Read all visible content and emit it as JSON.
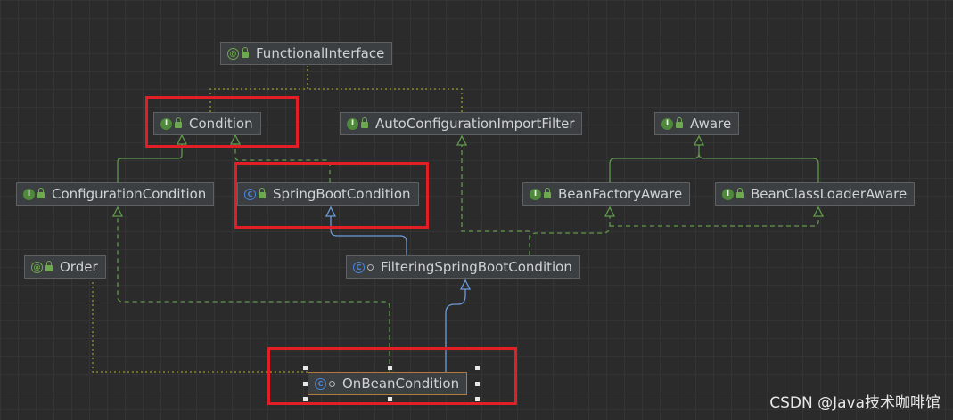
{
  "nodes": {
    "functional_interface": {
      "name": "FunctionalInterface",
      "kind": "annotation",
      "kind_glyph": "@"
    },
    "condition": {
      "name": "Condition",
      "kind": "interface",
      "kind_glyph": "I"
    },
    "auto_configuration_import_filter": {
      "name": "AutoConfigurationImportFilter",
      "kind": "interface",
      "kind_glyph": "I"
    },
    "aware": {
      "name": "Aware",
      "kind": "interface",
      "kind_glyph": "I"
    },
    "configuration_condition": {
      "name": "ConfigurationCondition",
      "kind": "interface",
      "kind_glyph": "I"
    },
    "spring_boot_condition": {
      "name": "SpringBootCondition",
      "kind": "class",
      "kind_glyph": "C"
    },
    "bean_factory_aware": {
      "name": "BeanFactoryAware",
      "kind": "interface",
      "kind_glyph": "I"
    },
    "bean_class_loader_aware": {
      "name": "BeanClassLoaderAware",
      "kind": "interface",
      "kind_glyph": "I"
    },
    "order": {
      "name": "Order",
      "kind": "annotation",
      "kind_glyph": "@"
    },
    "filtering_spring_boot_condition": {
      "name": "FilteringSpringBootCondition",
      "kind": "class",
      "kind_glyph": "C"
    },
    "on_bean_condition": {
      "name": "OnBeanCondition",
      "kind": "class",
      "kind_glyph": "C"
    }
  },
  "edge_colors": {
    "extends": "#6a9cd8",
    "implements": "#5f9a4a",
    "annotated": "#9a9a2c"
  },
  "highlight_color": "#e21f26",
  "watermark": "CSDN @Java技术咖啡馆"
}
